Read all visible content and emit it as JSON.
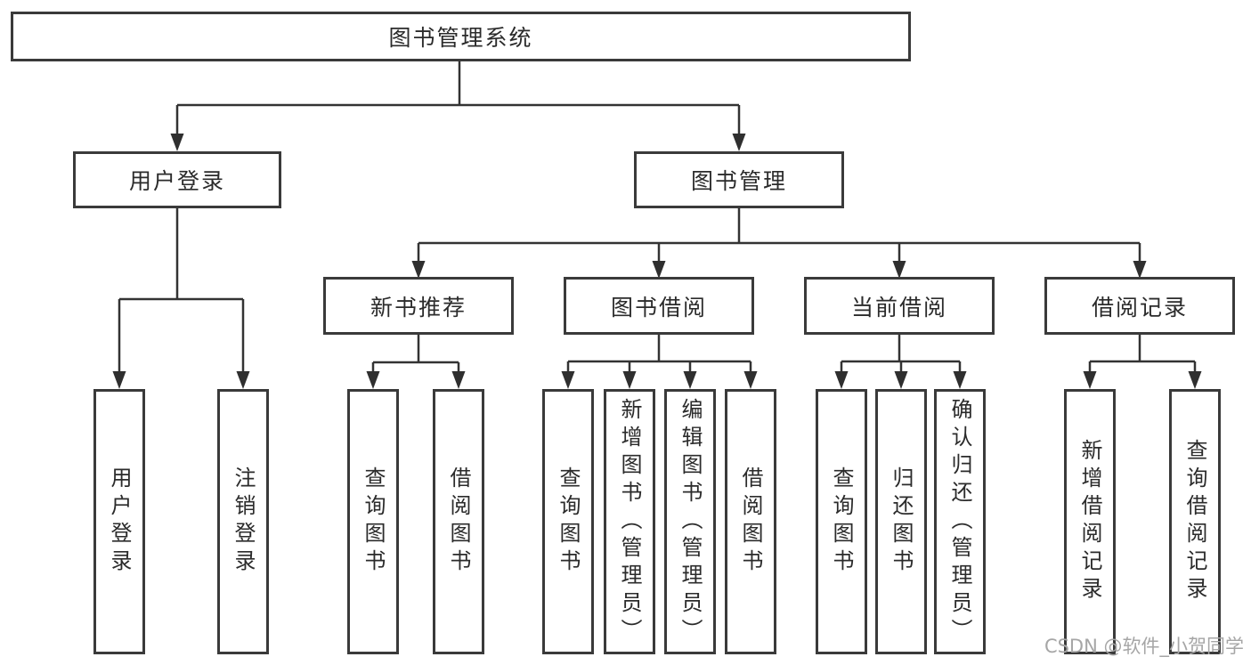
{
  "tree": {
    "root": "图书管理系统",
    "level2": [
      "用户登录",
      "图书管理"
    ],
    "level3": [
      "新书推荐",
      "图书借阅",
      "当前借阅",
      "借阅记录"
    ],
    "leaves": {
      "user_login": [
        "用户登录",
        "注销登录"
      ],
      "new_book": [
        "查询图书",
        "借阅图书"
      ],
      "book_borrow": [
        "查询图书",
        "新增图书（管理员）",
        "编辑图书（管理员）",
        "借阅图书"
      ],
      "current_borrow": [
        "查询图书",
        "归还图书",
        "确认归还（管理员）"
      ],
      "borrow_records": [
        "新增借阅记录",
        "查询借阅记录"
      ]
    }
  },
  "watermark": {
    "text": "CSDN @软件_小贺同学"
  },
  "colors": {
    "line": "#333333",
    "box_border": "#3a3a3a",
    "box_fill": "#ffffff",
    "text": "#2b2b2b",
    "watermark": "#a6a6a6"
  }
}
